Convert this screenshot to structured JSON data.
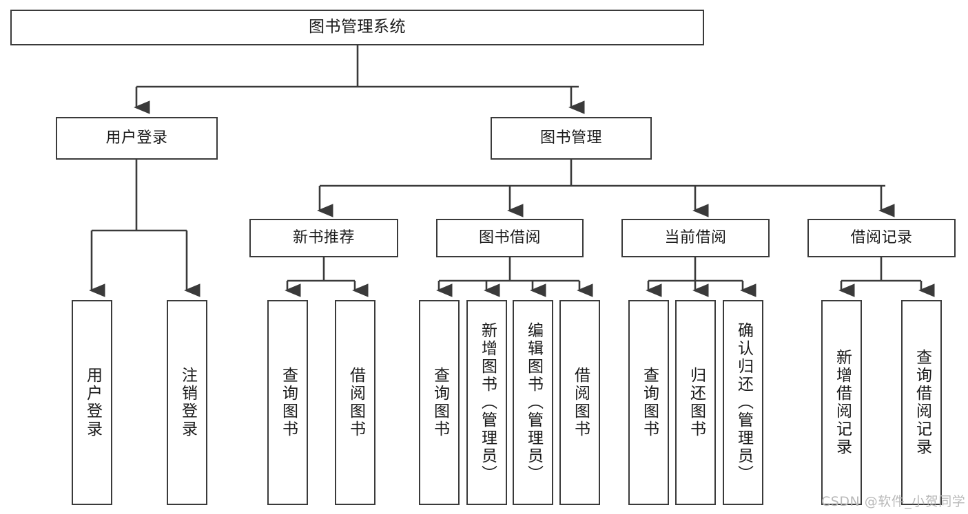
{
  "diagram": {
    "title": "图书管理系统",
    "type": "tree-hierarchy-chart",
    "orientation": "top-down",
    "box_border_color": "#3a3a3a",
    "connector_color": "#3a3a3a",
    "background_color": "#ffffff"
  },
  "root": {
    "label": "图书管理系统"
  },
  "level2": [
    {
      "label": "用户登录"
    },
    {
      "label": "图书管理"
    }
  ],
  "level3": [
    {
      "label": "新书推荐"
    },
    {
      "label": "图书借阅"
    },
    {
      "label": "当前借阅"
    },
    {
      "label": "借阅记录"
    }
  ],
  "leaves": {
    "user_login": [
      {
        "label": "用户登录"
      },
      {
        "label": "注销登录"
      }
    ],
    "new_book_recommend": [
      {
        "label": "查询图书"
      },
      {
        "label": "借阅图书"
      }
    ],
    "book_borrow": [
      {
        "label": "查询图书"
      },
      {
        "label": "新增图书（管理员）"
      },
      {
        "label": "编辑图书（管理员）"
      },
      {
        "label": "借阅图书"
      }
    ],
    "current_borrow": [
      {
        "label": "查询图书"
      },
      {
        "label": "归还图书"
      },
      {
        "label": "确认归还（管理员）"
      }
    ],
    "borrow_record": [
      {
        "label": "新增借阅记录"
      },
      {
        "label": "查询借阅记录"
      }
    ]
  },
  "watermark": {
    "text": "CSDN @软件_小贺同学"
  }
}
